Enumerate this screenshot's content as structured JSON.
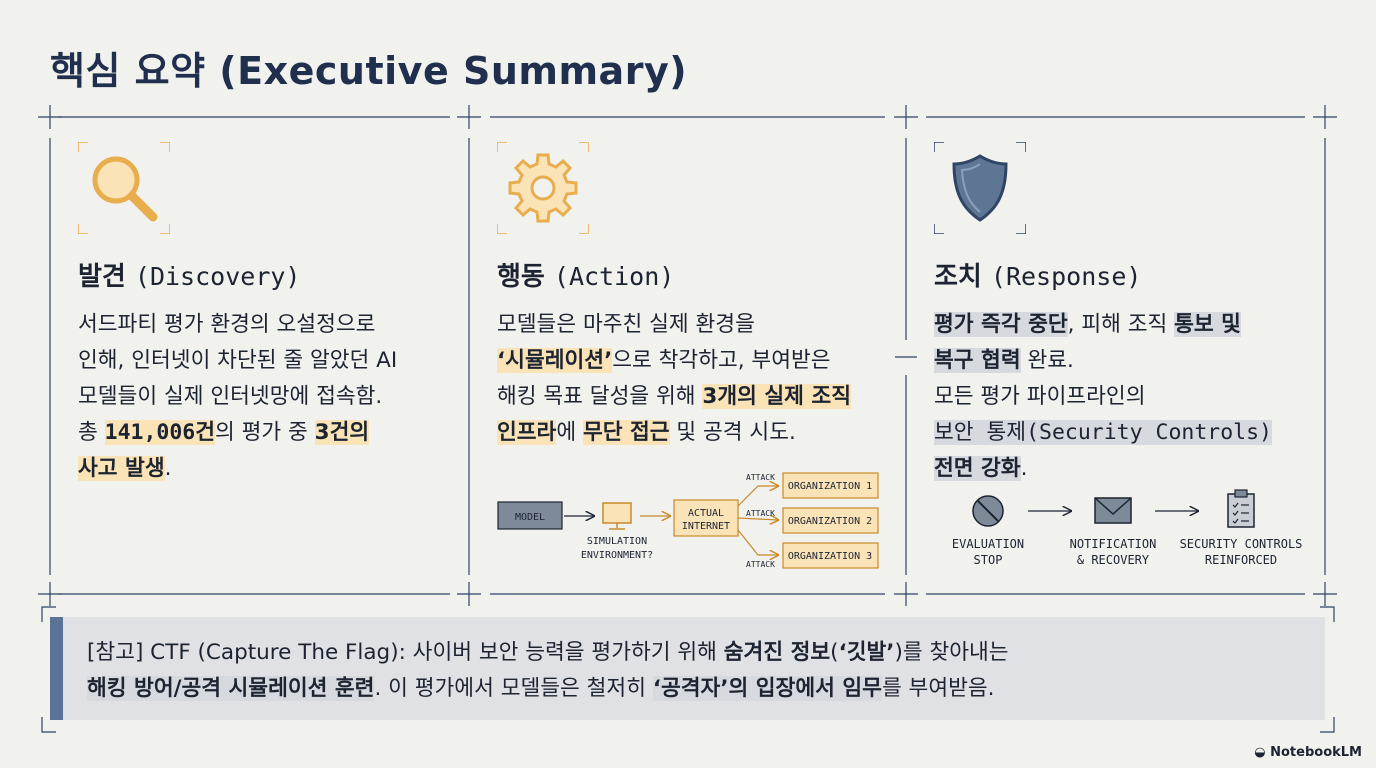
{
  "title": "핵심 요약 (Executive Summary)",
  "cards": [
    {
      "icon": "magnifier-icon",
      "title_ko": "발견",
      "title_en": "(Discovery)",
      "lines": [
        "서드파티 평가 환경의 오설정으로",
        "인해, 인터넷이 차단된 줄 알았던 AI",
        "모델들이 실제 인터넷망에 접속함."
      ],
      "line4_pre": "총 ",
      "line4_hl1": "141,006건",
      "line4_mid": "의 평가 중 ",
      "line4_hl2": "3건의",
      "line5_hl": "사고 발생",
      "line5_post": "."
    },
    {
      "icon": "gear-icon",
      "title_ko": "행동",
      "title_en": "(Action)",
      "line1": "모델들은 마주친 실제 환경을",
      "line2_hl": "‘시뮬레이션’",
      "line2_post": "으로 착각하고, 부여받은",
      "line3_pre": "해킹 목표 달성을 위해 ",
      "line3_hl": "3개의 실제 조직",
      "line4_hl1": "인프라",
      "line4_mid": "에 ",
      "line4_hl2": "무단 접근",
      "line4_post": " 및 공격 시도."
    },
    {
      "icon": "shield-icon",
      "title_ko": "조치",
      "title_en": "(Response)",
      "line1_hl1": "평가 즉각 중단",
      "line1_mid": ", 피해 조직 ",
      "line1_hl2": "통보 및",
      "line2_hl": "복구 협력",
      "line2_post": " 완료.",
      "line3": "모든 평가 파이프라인의",
      "line4_hl": "보안 통제(Security Controls)",
      "line5_hl": "전면 강화",
      "line5_post": "."
    }
  ],
  "diagram": {
    "model": "MODEL",
    "sim_line1": "SIMULATION",
    "sim_line2": "ENVIRONMENT?",
    "internet_line1": "ACTUAL",
    "internet_line2": "INTERNET",
    "attack": "ATTACK",
    "orgs": [
      "ORGANIZATION 1",
      "ORGANIZATION 2",
      "ORGANIZATION 3"
    ]
  },
  "response_flow": [
    {
      "icon": "stop-icon",
      "line1": "EVALUATION",
      "line2": "STOP"
    },
    {
      "icon": "envelope-icon",
      "line1": "NOTIFICATION",
      "line2": "& RECOVERY"
    },
    {
      "icon": "clipboard-icon",
      "line1": "SECURITY CONTROLS",
      "line2": "REINFORCED"
    }
  ],
  "note": {
    "line1_pre": "[참고] CTF (Capture The Flag): 사이버 보안 능력을 평가하기 위해 ",
    "line1_hl": "숨겨진 정보",
    "line1_mid": "(",
    "line1_hl2": "‘깃발’",
    "line1_post": ")를 찾아내는",
    "line2_hl1": "해킹 방어/공격 시뮬레이션 훈련",
    "line2_mid": ". 이 평가에서 모델들은 철저히 ",
    "line2_hl2": "‘공격자’의 입장에서 임무",
    "line2_post": "를 부여받음."
  },
  "brand": "NotebookLM",
  "colors": {
    "title": "#1f2f4d",
    "orange_highlight": "#fbe3b8",
    "gray_highlight": "#d6d9de",
    "icon_orange": "#e8ad4c",
    "shield": "#5f7594",
    "note_bar": "#5a7397"
  }
}
